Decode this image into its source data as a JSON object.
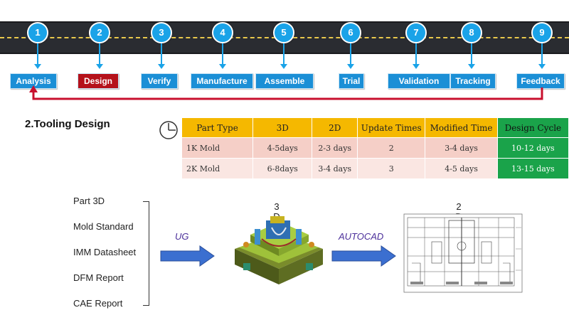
{
  "steps": [
    {
      "num": "1",
      "label": "Analysis"
    },
    {
      "num": "2",
      "label": "Design"
    },
    {
      "num": "3",
      "label": "Verify"
    },
    {
      "num": "4",
      "label": "Manufacture"
    },
    {
      "num": "5",
      "label": "Assemble"
    },
    {
      "num": "6",
      "label": "Trial"
    },
    {
      "num": "7",
      "label": "Validation"
    },
    {
      "num": "8",
      "label": "Tracking"
    },
    {
      "num": "9",
      "label": "Feedback"
    }
  ],
  "section_title": "2.Tooling Design",
  "table": {
    "headers": [
      "Part Type",
      "3D",
      "2D",
      "Update Times",
      "Modified Time",
      "Design Cycle"
    ],
    "rows": [
      [
        "1K Mold",
        "4-5days",
        "2-3 days",
        "2",
        "3-4 days",
        "10-12 days"
      ],
      [
        "2K Mold",
        "6-8days",
        "3-4 days",
        "3",
        "4-5 days",
        "13-15 days"
      ]
    ]
  },
  "inputs": [
    "Part 3D",
    "Mold Standard",
    "IMM Datasheet",
    "DFM Report",
    "CAE Report"
  ],
  "tools": {
    "first": "UG",
    "second": "AUTOCAD"
  },
  "outputs": {
    "model_3d": "3\nD",
    "drawing_2d": "2\nD"
  },
  "colors": {
    "accent_blue": "#1aa3e8",
    "active_red": "#b5121b",
    "header_yellow": "#f5b800",
    "cycle_green": "#1aa34a",
    "loop_red": "#c8102e"
  },
  "icons": [
    "clock-icon",
    "arrow-right-icon"
  ]
}
